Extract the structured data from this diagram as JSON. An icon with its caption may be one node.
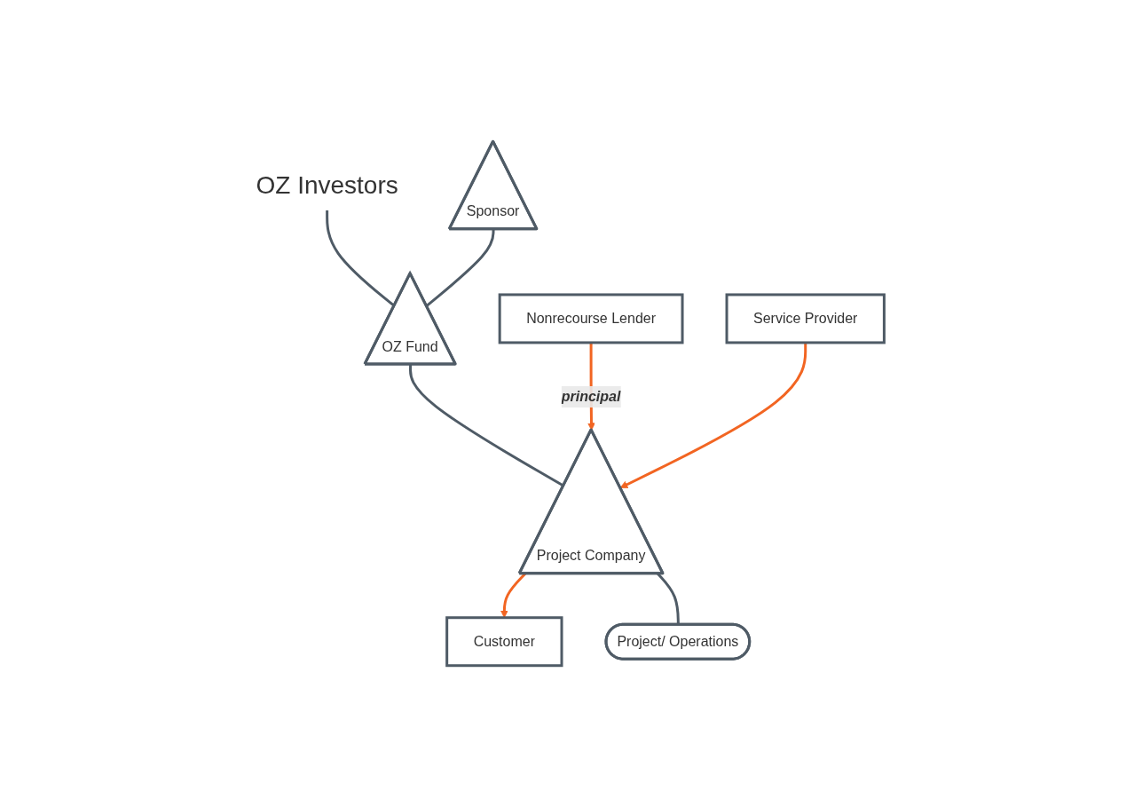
{
  "diagram": {
    "nodes": [
      {
        "text": [
          "OZ Investors"
        ]
      },
      {
        "text": [
          "Sponsor"
        ]
      },
      {
        "text": [
          "OZ Fund"
        ]
      },
      {
        "text": [
          "Nonrecourse Lender"
        ]
      },
      {
        "text": [
          "Service Provider"
        ]
      },
      {
        "text": [
          "Project Company"
        ]
      },
      {
        "text": [
          "Customer"
        ]
      },
      {
        "text": [
          "Project/ Operations"
        ]
      }
    ],
    "edges": [
      {
        "from": 0,
        "to": 2,
        "arrow": "none"
      },
      {
        "from": 1,
        "to": 2,
        "arrow": "none"
      },
      {
        "from": 2,
        "to": 5,
        "arrow": "none"
      },
      {
        "from": 3,
        "to": 5,
        "arrow": "to",
        "label": "principal",
        "color": "#f26522"
      },
      {
        "from": 4,
        "to": 5,
        "arrow": "to",
        "color": "#f26522"
      },
      {
        "from": 5,
        "to": 6,
        "arrow": "to",
        "color": "#f26522"
      },
      {
        "from": 5,
        "to": 7,
        "arrow": "none"
      }
    ]
  }
}
